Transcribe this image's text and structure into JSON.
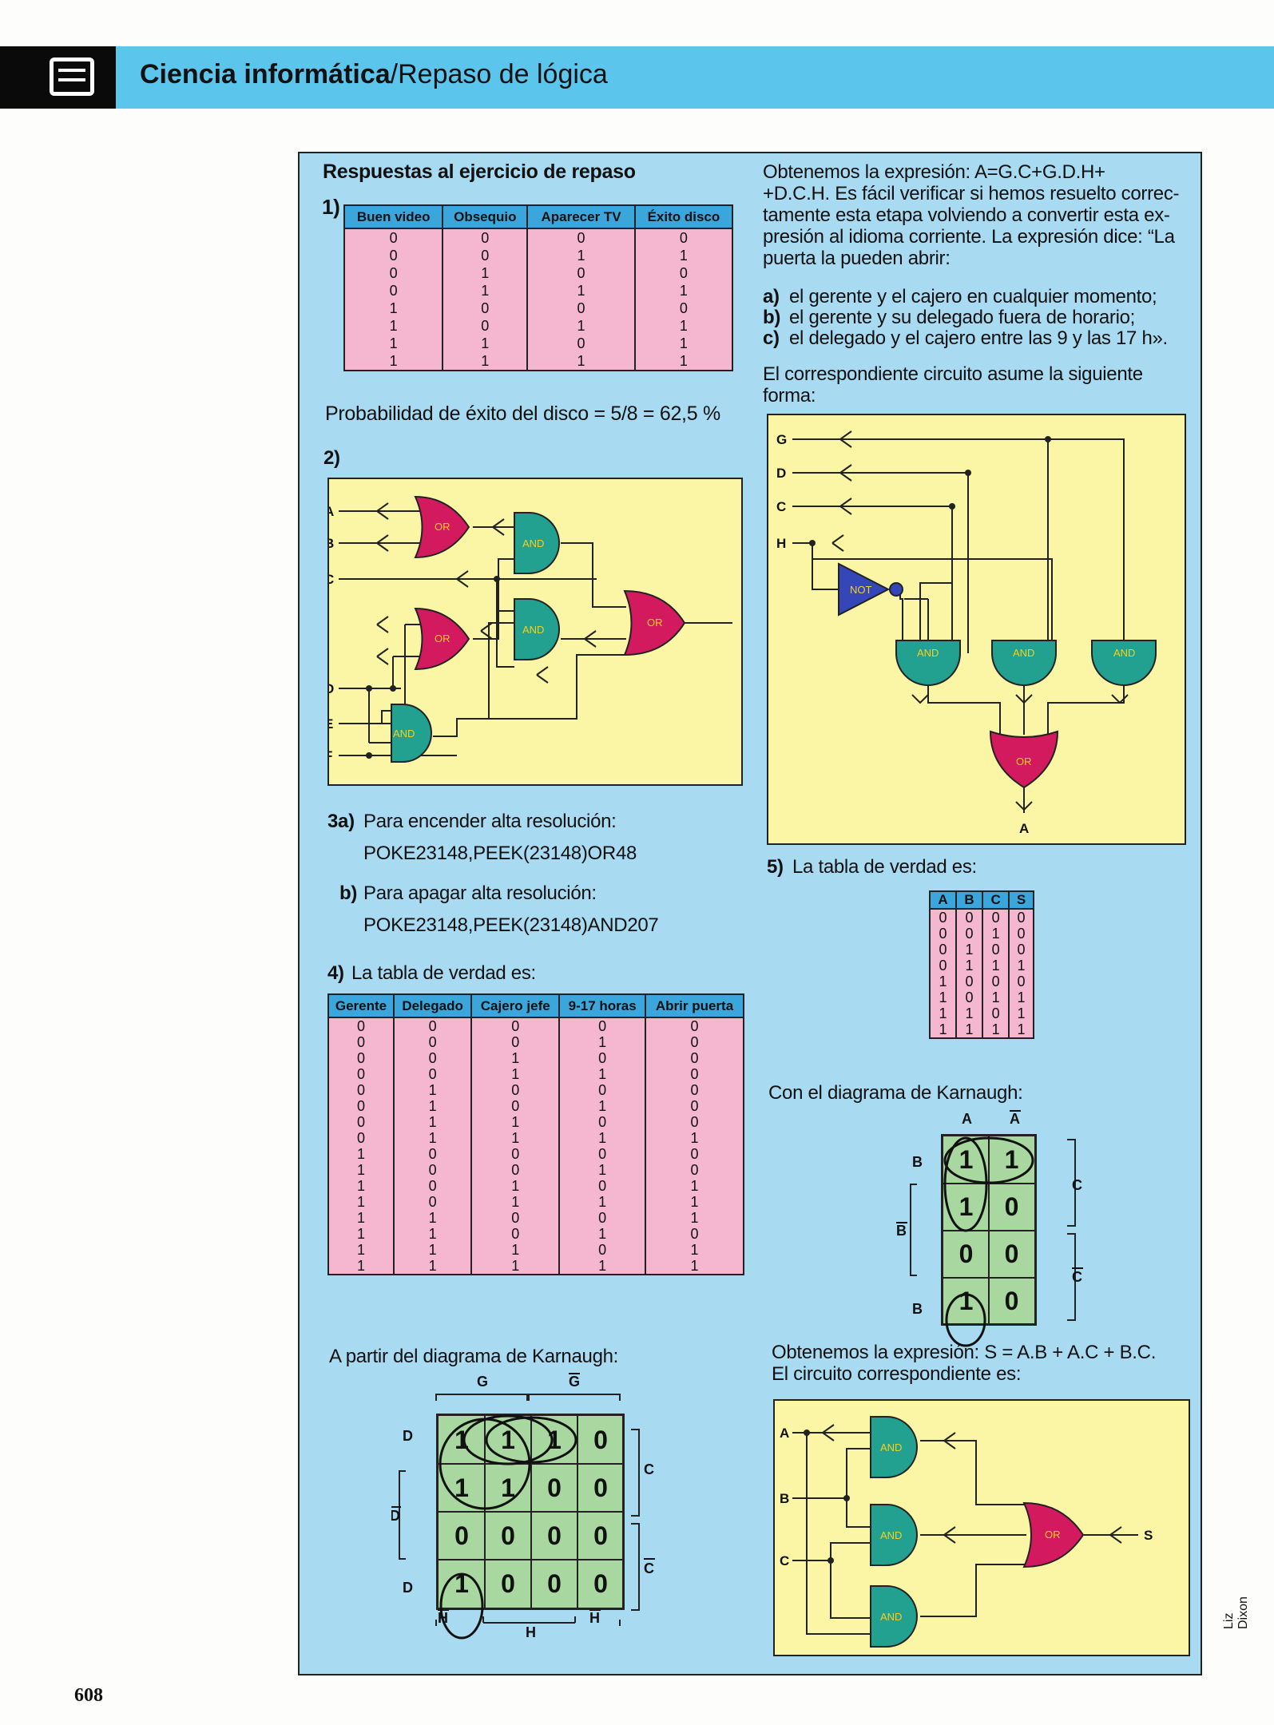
{
  "header": {
    "title_bold": "Ciencia informática",
    "title_rest": "/Repaso de lógica"
  },
  "page_number": "608",
  "credit": "Liz Dixon",
  "left": {
    "heading": "Respuestas al ejercicio de repaso",
    "q1_num": "1)",
    "table1": {
      "headers": [
        "Buen video",
        "Obsequio",
        "Aparecer TV",
        "Éxito disco"
      ],
      "rows": [
        [
          "0",
          "0",
          "0",
          "0"
        ],
        [
          "0",
          "0",
          "1",
          "1"
        ],
        [
          "0",
          "1",
          "0",
          "0"
        ],
        [
          "0",
          "1",
          "1",
          "1"
        ],
        [
          "1",
          "0",
          "0",
          "0"
        ],
        [
          "1",
          "0",
          "1",
          "1"
        ],
        [
          "1",
          "1",
          "0",
          "1"
        ],
        [
          "1",
          "1",
          "1",
          "1"
        ]
      ]
    },
    "probability": "Probabilidad de éxito del disco = 5/8 = 62,5 %",
    "q2_num": "2)",
    "circuit2": {
      "inputs": [
        "A",
        "B",
        "C",
        "D",
        "E",
        "F"
      ],
      "or": "OR",
      "and": "AND"
    },
    "q3a_num": "3a)",
    "q3a_text": "Para encender alta resolución:",
    "q3a_code": "POKE23148,PEEK(23148)OR48",
    "q3b_num": "b)",
    "q3b_text": "Para apagar alta resolución:",
    "q3b_code": "POKE23148,PEEK(23148)AND207",
    "q4_num": "4)",
    "q4_text": "La tabla de verdad es:",
    "table4": {
      "headers": [
        "Gerente",
        "Delegado",
        "Cajero jefe",
        "9-17 horas",
        "Abrir puerta"
      ],
      "rows": [
        [
          "0",
          "0",
          "0",
          "0",
          "0"
        ],
        [
          "0",
          "0",
          "0",
          "1",
          "0"
        ],
        [
          "0",
          "0",
          "1",
          "0",
          "0"
        ],
        [
          "0",
          "0",
          "1",
          "1",
          "0"
        ],
        [
          "0",
          "1",
          "0",
          "0",
          "0"
        ],
        [
          "0",
          "1",
          "0",
          "1",
          "0"
        ],
        [
          "0",
          "1",
          "1",
          "0",
          "0"
        ],
        [
          "0",
          "1",
          "1",
          "1",
          "1"
        ],
        [
          "1",
          "0",
          "0",
          "0",
          "0"
        ],
        [
          "1",
          "0",
          "0",
          "1",
          "0"
        ],
        [
          "1",
          "0",
          "1",
          "0",
          "1"
        ],
        [
          "1",
          "0",
          "1",
          "1",
          "1"
        ],
        [
          "1",
          "1",
          "0",
          "0",
          "1"
        ],
        [
          "1",
          "1",
          "0",
          "1",
          "0"
        ],
        [
          "1",
          "1",
          "1",
          "0",
          "1"
        ],
        [
          "1",
          "1",
          "1",
          "1",
          "1"
        ]
      ]
    },
    "karnaugh_intro": "A partir del diagrama de Karnaugh:",
    "kmap4": {
      "top": [
        "G",
        "G"
      ],
      "right": [
        "C",
        "C"
      ],
      "left": [
        "D",
        "D",
        "D"
      ],
      "bottom": [
        "H",
        "H",
        "H"
      ],
      "cells": [
        [
          "1",
          "1",
          "1",
          "0"
        ],
        [
          "1",
          "1",
          "0",
          "0"
        ],
        [
          "0",
          "0",
          "0",
          "0"
        ],
        [
          "1",
          "0",
          "0",
          "0"
        ]
      ]
    }
  },
  "right": {
    "expr_lines": [
      "Obtenemos la expresión: A=G.C+G.D.H+",
      "+D.C.H. Es fácil verificar si hemos resuelto correc-",
      "tamente esta etapa volviendo a convertir esta ex-",
      "presión al idioma corriente. La expresión dice: “La",
      "puerta la pueden abrir:"
    ],
    "list": [
      {
        "k": "a)",
        "v": "el gerente y el cajero en cualquier momento;"
      },
      {
        "k": "b)",
        "v": "el gerente y su delegado fuera de horario;"
      },
      {
        "k": "c)",
        "v": "el delegado y el cajero entre las 9 y las 17 h»."
      }
    ],
    "circuit_lines": [
      "El correspondiente circuito asume la siguiente",
      "forma:"
    ],
    "circuit4": {
      "inputs": [
        "G",
        "D",
        "C",
        "H"
      ],
      "not": "NOT",
      "and": "AND",
      "or": "OR",
      "output": "A"
    },
    "q5_num": "5)",
    "q5_text": "La tabla de verdad es:",
    "table5": {
      "headers": [
        "A",
        "B",
        "C",
        "S"
      ],
      "rows": [
        [
          "0",
          "0",
          "0",
          "0"
        ],
        [
          "0",
          "0",
          "1",
          "0"
        ],
        [
          "0",
          "1",
          "0",
          "0"
        ],
        [
          "0",
          "1",
          "1",
          "1"
        ],
        [
          "1",
          "0",
          "0",
          "0"
        ],
        [
          "1",
          "0",
          "1",
          "1"
        ],
        [
          "1",
          "1",
          "0",
          "1"
        ],
        [
          "1",
          "1",
          "1",
          "1"
        ]
      ]
    },
    "karnaugh_intro": "Con el diagrama de Karnaugh:",
    "kmap5": {
      "top": [
        "A",
        "A"
      ],
      "left": [
        "B",
        "B",
        "B"
      ],
      "right": [
        "C",
        "C"
      ],
      "cells": [
        [
          "1",
          "1"
        ],
        [
          "1",
          "0"
        ],
        [
          "0",
          "0"
        ],
        [
          "1",
          "0"
        ]
      ]
    },
    "expr2_lines": [
      "Obtenemos la expresión: S = A.B + A.C + B.C.",
      "El circuito correspondiente es:"
    ],
    "circuit5": {
      "inputs": [
        "A",
        "B",
        "C"
      ],
      "and": "AND",
      "or": "OR",
      "output": "S"
    }
  },
  "colors": {
    "header_bar": "#5cc5ec",
    "panel": "#a8daf2",
    "box": "#fbf6a6",
    "table_head": "#3aa6dc",
    "table_body": "#f5b6cf",
    "kmap": "#a8d8a0",
    "or_gate": "#d41a5e",
    "and_gate": "#22a090",
    "not_gate": "#3446b8"
  }
}
